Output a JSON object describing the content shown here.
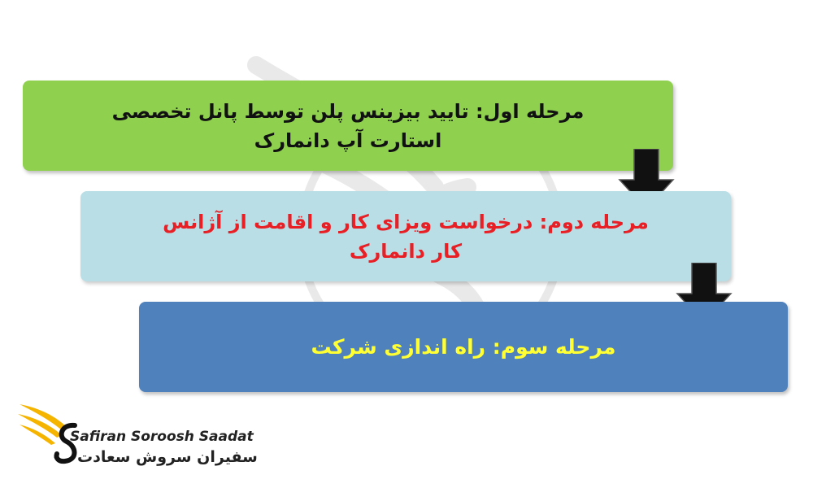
{
  "steps": [
    {
      "line1": "مرحله اول: تایید بیزینس پلن توسط پانل تخصصی",
      "line2": "استارت آپ دانمارک",
      "color": "#8fd14f",
      "text_color": "#111111"
    },
    {
      "line1": "مرحله دوم: درخواست ویزای کار و اقامت از آژانس",
      "line2": "کار دانمارک",
      "color": "#b9dee6",
      "text_color": "#e81f25"
    },
    {
      "line1": "مرحله سوم: راه اندازی شرکت",
      "color": "#4f81bd",
      "text_color": "#ffff33"
    }
  ],
  "arrow_icon": "down-arrow-icon",
  "brand": {
    "name_en": "Safiran Soroosh Saadat",
    "name_fa": "سفیران سروش سعادت",
    "logo_icon": "winged-s-logo-icon",
    "accent_color": "#f5b400"
  }
}
